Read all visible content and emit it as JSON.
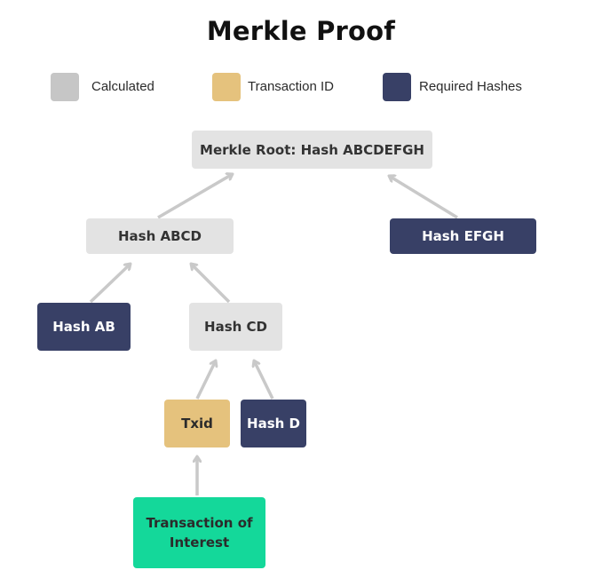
{
  "title": "Merkle Proof",
  "legend": [
    {
      "label": "Calculated",
      "color": "#c6c6c6"
    },
    {
      "label": "Transaction ID",
      "color": "#e5c27d"
    },
    {
      "label": "Required Hashes",
      "color": "#384066"
    }
  ],
  "nodes": {
    "root": {
      "label": "Merkle Root: Hash ABCDEFGH",
      "kind": "calculated"
    },
    "abcd": {
      "label": "Hash ABCD",
      "kind": "calculated"
    },
    "efgh": {
      "label": "Hash EFGH",
      "kind": "required"
    },
    "ab": {
      "label": "Hash AB",
      "kind": "required"
    },
    "cd": {
      "label": "Hash CD",
      "kind": "calculated"
    },
    "txid": {
      "label": "Txid",
      "kind": "transaction-id"
    },
    "d": {
      "label": "Hash D",
      "kind": "required"
    },
    "interest": {
      "label_line1": "Transaction of",
      "label_line2": "Interest",
      "color": "#14d89a"
    }
  },
  "edges": [
    {
      "from": "abcd",
      "to": "root"
    },
    {
      "from": "efgh",
      "to": "root"
    },
    {
      "from": "ab",
      "to": "abcd"
    },
    {
      "from": "cd",
      "to": "abcd"
    },
    {
      "from": "txid",
      "to": "cd"
    },
    {
      "from": "d",
      "to": "cd"
    },
    {
      "from": "interest",
      "to": "txid"
    }
  ],
  "colors": {
    "calculated_node": "#e3e3e3",
    "required": "#384066",
    "transaction_id": "#e5c27d",
    "interest": "#14d89a",
    "arrow": "#c9c9c9"
  }
}
